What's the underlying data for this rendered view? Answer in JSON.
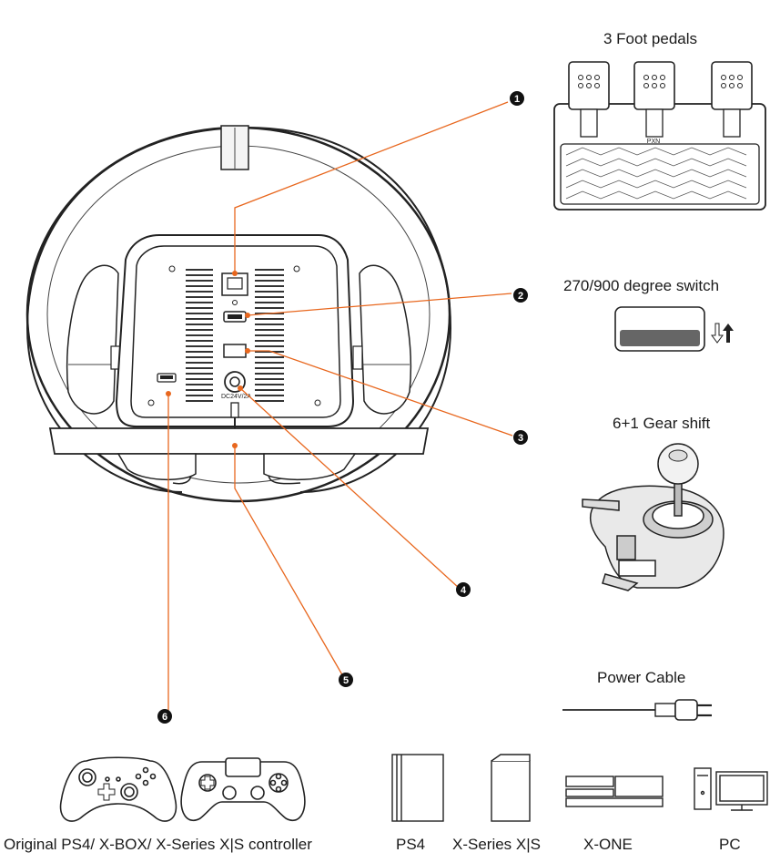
{
  "callouts": [
    {
      "num": "1"
    },
    {
      "num": "2"
    },
    {
      "num": "3"
    },
    {
      "num": "4"
    },
    {
      "num": "5"
    },
    {
      "num": "6"
    }
  ],
  "accessories": {
    "pedals": "3 Foot pedals",
    "switch": "270/900 degree switch",
    "gear": "6+1 Gear shift",
    "power": "Power Cable"
  },
  "bottom": {
    "controllers": "Original PS4/ X-BOX/ X-Series X|S controller",
    "ps4": "PS4",
    "xseries": "X-Series X|S",
    "xone": "X-ONE",
    "pc": "PC"
  },
  "panel_text": {
    "dc": "DC24V/2A",
    "pedal_brand": "PXN"
  },
  "colors": {
    "leader": "#e8671e",
    "ink": "#1a1a1a",
    "wheel": "#222222"
  }
}
